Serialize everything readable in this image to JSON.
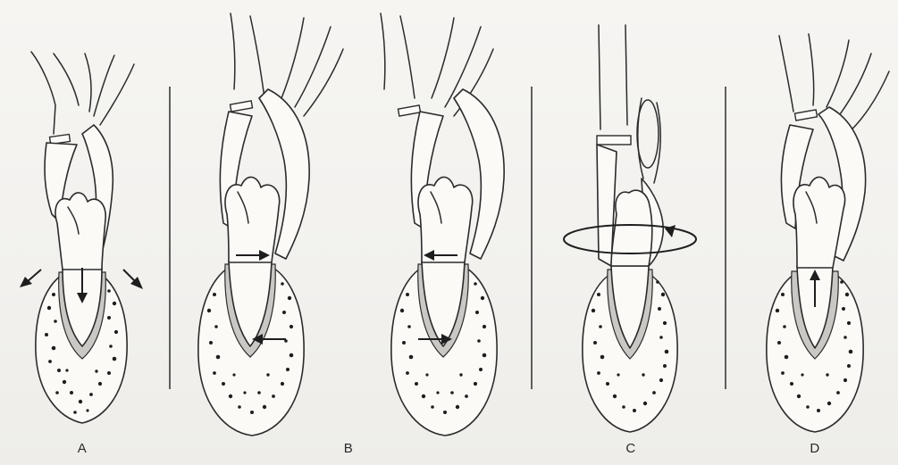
{
  "figure": {
    "panels": [
      {
        "id": "A",
        "label": "A"
      },
      {
        "id": "B",
        "label": "B"
      },
      {
        "id": "C",
        "label": "C"
      },
      {
        "id": "D",
        "label": "D"
      }
    ]
  },
  "colors": {
    "background": "#f4f3f0",
    "ink": "#2b2b2b",
    "ligament_gray": "#c9c8c4"
  },
  "icons": [
    "arrow-down-icon",
    "arrow-right-icon",
    "arrow-left-icon",
    "rotation-arrow-icon",
    "arrow-up-icon"
  ]
}
